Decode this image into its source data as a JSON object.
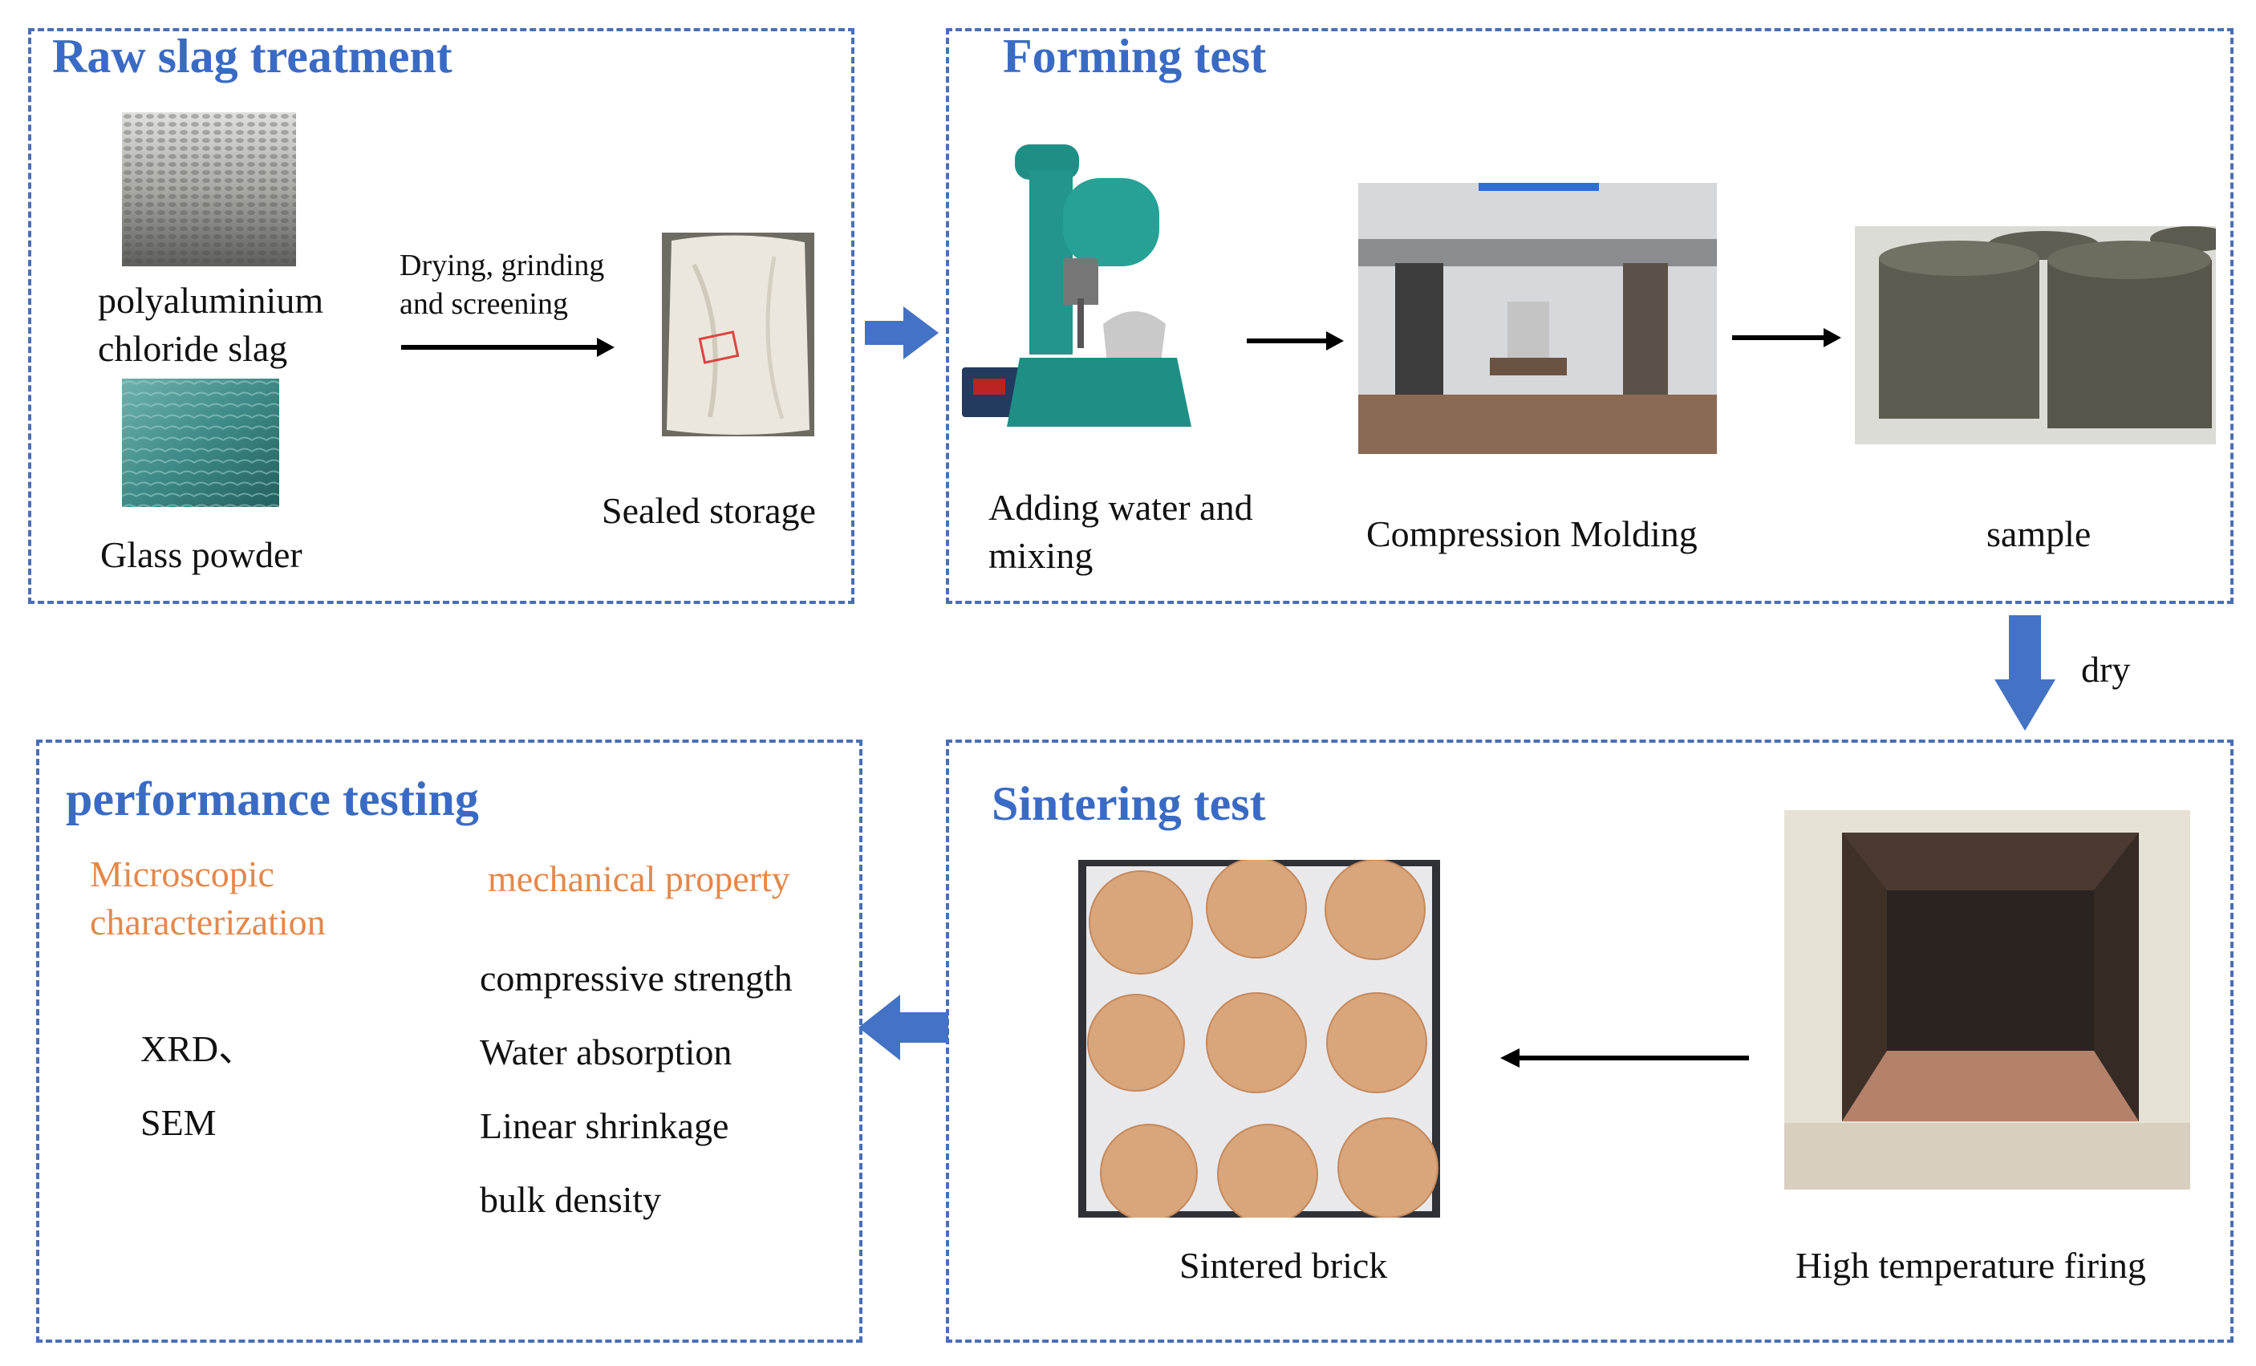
{
  "raw_slag": {
    "title": "Raw slag treatment",
    "pac_label_line1": "polyaluminium",
    "pac_label_line2": "chloride slag",
    "glass_label": "Glass powder",
    "process_line1": "Drying, grinding",
    "process_line2": "and screening",
    "storage_label": "Sealed storage"
  },
  "forming": {
    "title": "Forming test",
    "mixing_line1": "Adding water and",
    "mixing_line2": "mixing",
    "molding_label": "Compression Molding",
    "sample_label": "sample"
  },
  "dry_label": "dry",
  "sintering": {
    "title": "Sintering test",
    "brick_label": "Sintered brick",
    "firing_label": "High temperature firing"
  },
  "performance": {
    "title": "performance testing",
    "micro_line1": "Microscopic",
    "micro_line2": "characterization",
    "xrd": "XRD、",
    "sem": "SEM",
    "mech_title": "mechanical property",
    "mech_items": [
      "compressive strength",
      "Water absorption",
      "Linear shrinkage",
      "bulk density"
    ]
  },
  "colors": {
    "title_blue": "#3a6bc4",
    "border_blue": "#4a6fb5",
    "arrow_blue": "#4472c4",
    "subtitle_orange": "#e4884a"
  }
}
